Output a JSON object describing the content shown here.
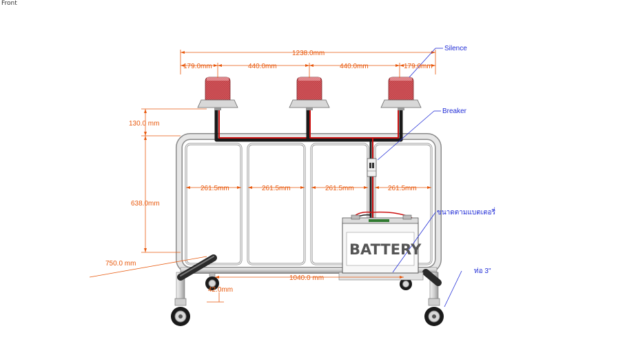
{
  "view_label": "Front",
  "dimensions": {
    "overall_width": "1238.0mm",
    "left_offset": "179.0mm",
    "spacing_1": "440.0mm",
    "spacing_2": "440.0mm",
    "right_offset": "179.0mm",
    "light_height": "130.0 mm",
    "frame_height": "638.0mm",
    "total_height": "750.0 mm",
    "panel_1": "261.5mm",
    "panel_2": "261.5mm",
    "panel_3": "261.5mm",
    "panel_4": "261.5mm",
    "base_width": "1040.0 mm",
    "wheel_gap": "42.0mm"
  },
  "callouts": {
    "silence": "Silence",
    "breaker": "Breaker",
    "battery_size": "ขนาดตามแบตเตอรี่",
    "pipe": "ท่อ  3\""
  },
  "battery_label": "BATTERY",
  "colors": {
    "dimension": "#e8580c",
    "callout": "#1f2bd6",
    "lamp": "#d9595e",
    "cable_red": "#cc1111",
    "frame": "#d4d4d4"
  }
}
